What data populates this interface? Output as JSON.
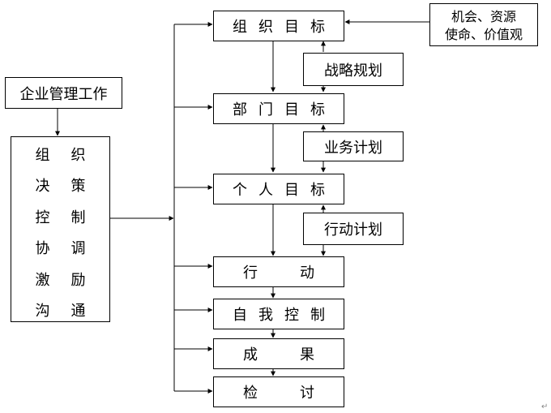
{
  "enterprise_work": "企业管理工作",
  "functions": [
    "组织",
    "决策",
    "控制",
    "协调",
    "激励",
    "沟通"
  ],
  "inputs": {
    "line1": "机会、资源",
    "line2": "使命、价值观"
  },
  "flow": {
    "org_goal": "组织目标",
    "dept_goal": "部门目标",
    "personal_goal": "个人目标",
    "action": "行动",
    "self_control": "自我控制",
    "result": "成果",
    "review": "检讨"
  },
  "plans": {
    "strategic": "战略规划",
    "business": "业务计划",
    "action": "行动计划"
  },
  "mark": "↵"
}
